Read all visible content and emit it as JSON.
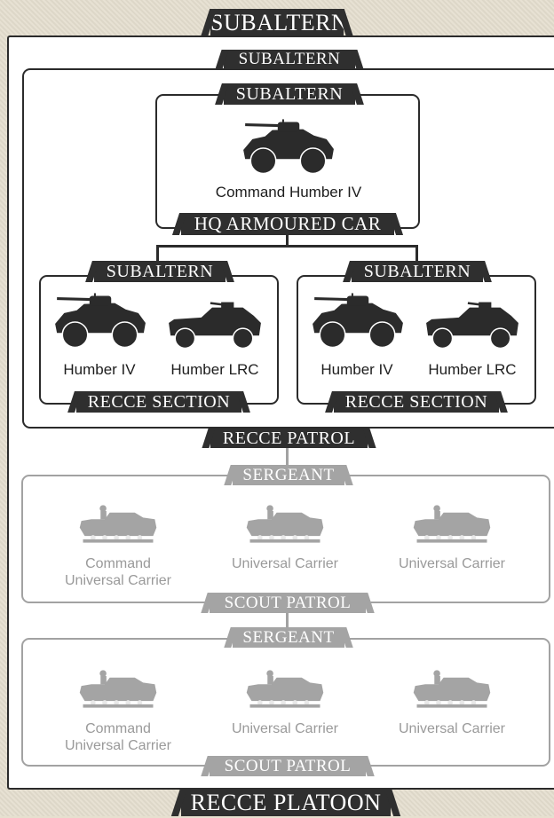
{
  "top_banner": "SUBALTERN",
  "footer_banner": "RECCE PLATOON",
  "recce_patrol": {
    "commander": "SUBALTERN",
    "label": "RECCE PATROL",
    "hq": {
      "commander": "SUBALTERN",
      "vehicle": "Command Humber IV",
      "label": "HQ ARMOURED CAR"
    },
    "sections": [
      {
        "commander": "SUBALTERN",
        "vehicles": [
          "Humber IV",
          "Humber LRC"
        ],
        "label": "RECCE SECTION"
      },
      {
        "commander": "SUBALTERN",
        "vehicles": [
          "Humber IV",
          "Humber LRC"
        ],
        "label": "RECCE SECTION"
      }
    ]
  },
  "scout_patrols": [
    {
      "commander": "SERGEANT",
      "vehicles": [
        {
          "line1": "Command",
          "line2": "Universal Carrier"
        },
        {
          "line1": "Universal Carrier"
        },
        {
          "line1": "Universal Carrier"
        }
      ],
      "label": "SCOUT PATROL"
    },
    {
      "commander": "SERGEANT",
      "vehicles": [
        {
          "line1": "Command",
          "line2": "Universal Carrier"
        },
        {
          "line1": "Universal Carrier"
        },
        {
          "line1": "Universal Carrier"
        }
      ],
      "label": "SCOUT PATROL"
    }
  ],
  "icons": {
    "armoured_car": "armoured-car-silhouette",
    "light_recce_car": "light-recon-car-silhouette",
    "carrier": "universal-carrier-silhouette"
  },
  "colors": {
    "banner_dark": "#2f2f2f",
    "banner_grey": "#a4a4a4",
    "line_dark": "#2b2b2b",
    "line_grey": "#a2a2a2",
    "background": "#e4dece"
  }
}
